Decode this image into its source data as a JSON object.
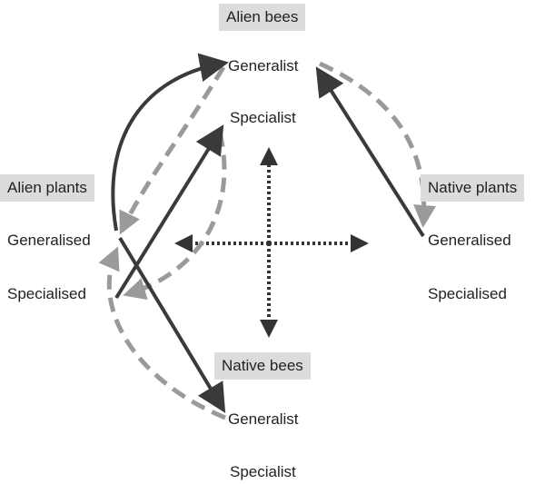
{
  "groups": {
    "alien_bees": {
      "title": "Alien bees",
      "generalist": "Generalist",
      "specialist": "Specialist"
    },
    "alien_plants": {
      "title": "Alien plants",
      "generalised": "Generalised",
      "specialised": "Specialised"
    },
    "native_plants": {
      "title": "Native plants",
      "generalised": "Generalised",
      "specialised": "Specialised"
    },
    "native_bees": {
      "title": "Native bees",
      "generalist": "Generalist",
      "specialist": "Specialist"
    }
  },
  "colors": {
    "solid_arrow": "#3a3a3a",
    "dashed_arrow": "#9a9a9a",
    "dotted_arrow": "#333333",
    "label_box": "#dcdcdc"
  }
}
